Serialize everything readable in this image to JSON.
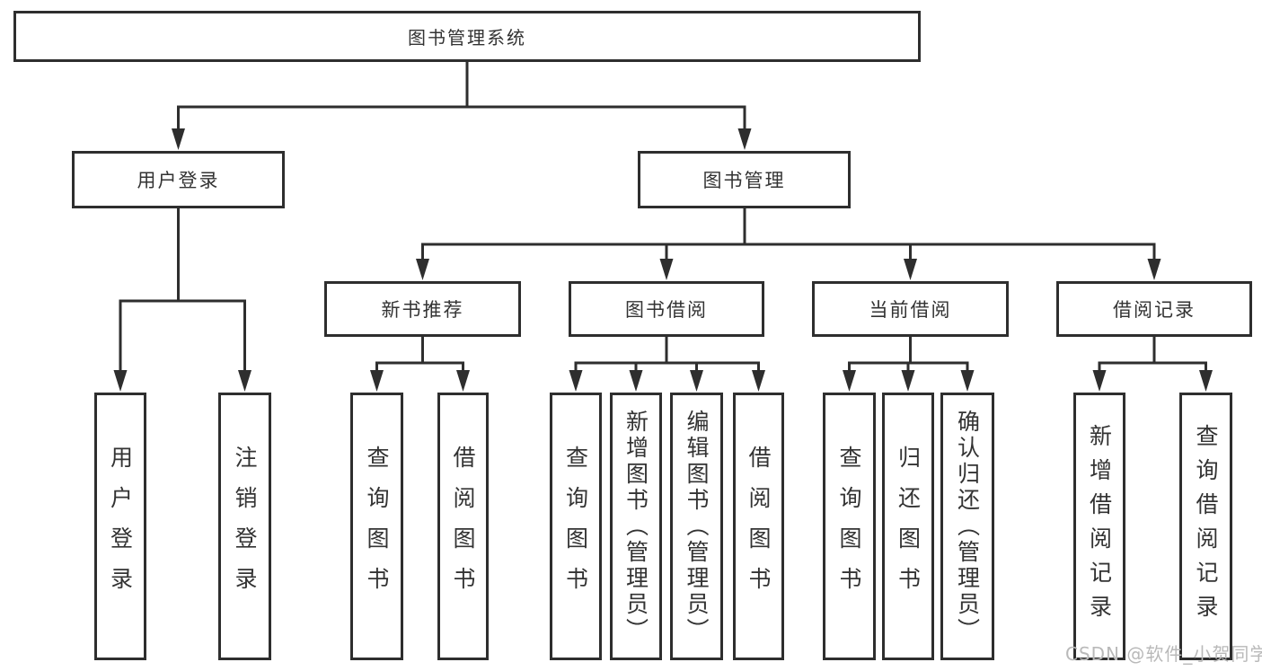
{
  "nodes": {
    "root": "图书管理系统",
    "user_login_group": "用户登录",
    "book_management": "图书管理",
    "new_book_recommend": "新书推荐",
    "book_borrow": "图书借阅",
    "current_borrow": "当前借阅",
    "borrow_records": "借阅记录",
    "user_login": "用户登录",
    "logout": "注销登录",
    "query_book_1": "查询图书",
    "borrow_book_1": "借阅图书",
    "query_book_2": "查询图书",
    "add_book_admin": "新增图书（管理员）",
    "edit_book_admin": "编辑图书（管理员）",
    "borrow_book_2": "借阅图书",
    "query_book_3": "查询图书",
    "return_book": "归还图书",
    "confirm_return_admin": "确认归还（管理员）",
    "add_borrow_record": "新增借阅记录",
    "query_borrow_record": "查询借阅记录"
  },
  "hierarchy": {
    "图书管理系统": {
      "用户登录": [
        "用户登录",
        "注销登录"
      ],
      "图书管理": {
        "新书推荐": [
          "查询图书",
          "借阅图书"
        ],
        "图书借阅": [
          "查询图书",
          "新增图书（管理员）",
          "编辑图书（管理员）",
          "借阅图书"
        ],
        "当前借阅": [
          "查询图书",
          "归还图书",
          "确认归还（管理员）"
        ],
        "借阅记录": [
          "新增借阅记录",
          "查询借阅记录"
        ]
      }
    }
  },
  "watermark": "CSDN @软件_小贺同学",
  "colors": {
    "background": "#ffffff",
    "line": "#2e2e2e",
    "border": "#2e2e2e",
    "text": "#333333",
    "watermark": "#b9b9b9"
  }
}
